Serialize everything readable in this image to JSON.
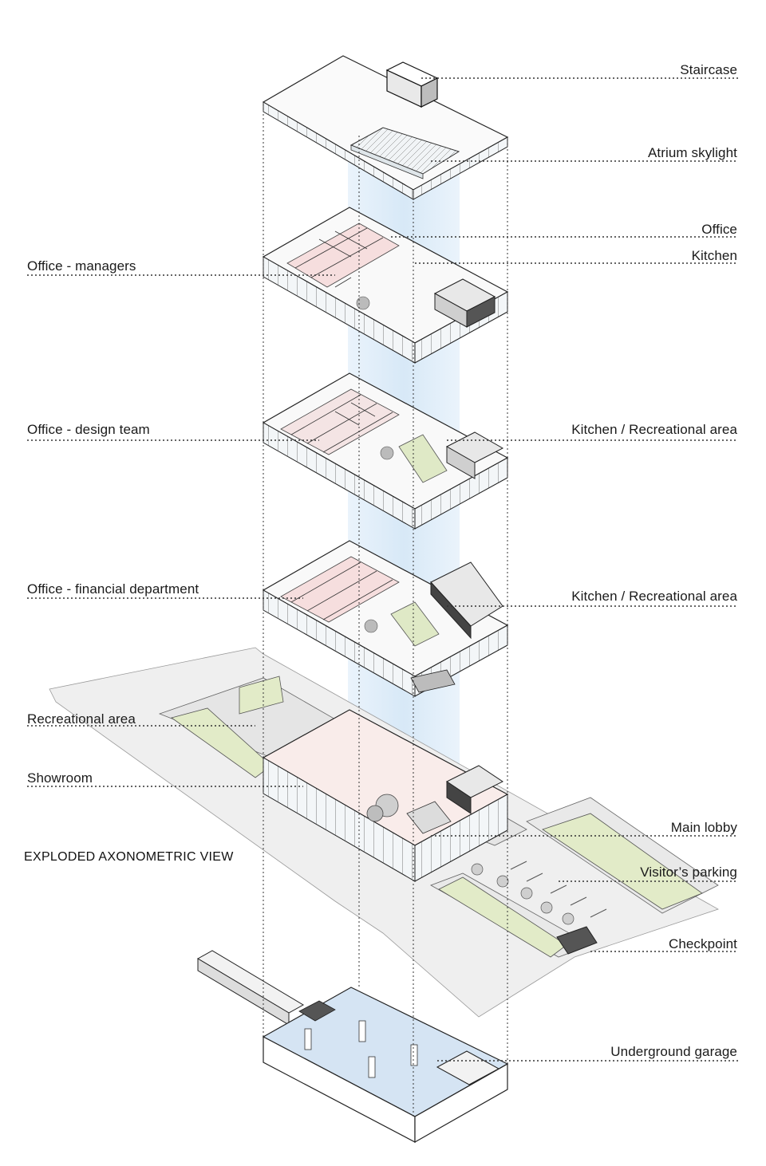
{
  "title": "EXPLODED AXONOMETRIC VIEW",
  "labels": {
    "staircase": "Staircase",
    "atrium_skylight": "Atrium skylight",
    "office": "Office",
    "kitchen": "Kitchen",
    "office_managers": "Office - managers",
    "office_design_team": "Office - design team",
    "kitchen_rec_1": "Kitchen / Recreational area",
    "office_financial": "Office - financial department",
    "kitchen_rec_2": "Kitchen / Recreational area",
    "recreational_area": "Recreational area",
    "showroom": "Showroom",
    "main_lobby": "Main lobby",
    "visitors_parking": "Visitor’s parking",
    "checkpoint": "Checkpoint",
    "underground_garage": "Underground garage"
  },
  "colors": {
    "line": "#2a2a2a",
    "atrium_blue": "#dcecf8",
    "floor_pink": "#f6dede",
    "grass_green": "#e2ebc8",
    "ground_grey": "#e6e6e6",
    "garage_blue": "#d5e4f3",
    "glass": "#eef3f6"
  }
}
